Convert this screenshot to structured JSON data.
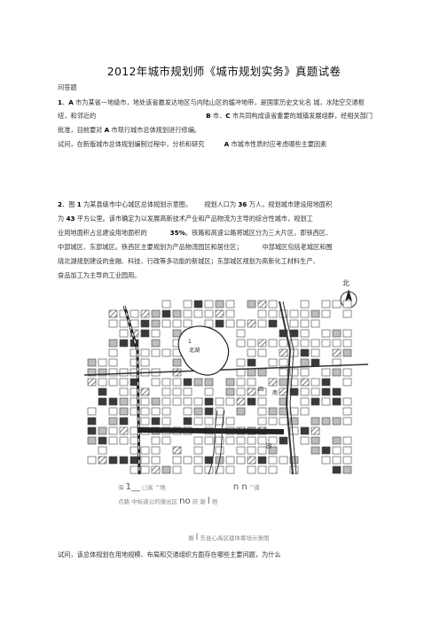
{
  "title": "2012年城市规划师《城市规划实务》真题试卷",
  "section_label": "问答题",
  "q1": {
    "lines": [
      [
        "1",
        "、",
        "A",
        " 市为某省一地级市，地处该省最发达地区与内陆山区的缓冲地带，是国家历史文化名 城，水陆空交通枢"
      ],
      [
        "纽，和邻近的",
        "B",
        " 市、",
        "C",
        " 市共同构成该省重要的城镇发展组群，经相关部门"
      ],
      [
        "批准，目前要对 ",
        "A",
        " 市现行城市总体规划进行修编。"
      ],
      [
        "试问，在新版城市总体规划编制过程中，分析和研究 ",
        "A",
        " 市城市性质时应考虑哪些主要因素"
      ]
    ]
  },
  "q2": {
    "lines": [
      [
        "2",
        "、图 ",
        "1",
        " 为某县级市中心城区总体规划示意图，",
        "规划人口为 ",
        "36",
        " 万人，规划城市建设用地面积"
      ],
      [
        "为 ",
        "43",
        " 平方公里。该市确定为以发展高新技术产业和产品物流为主导的综合性城市，规划工"
      ],
      [
        "业用地面积占总建设用地面积的",
        "35%",
        "。铁路和高速公路将城区分为三大片区，即铁西区、"
      ],
      [
        "中部城区、东部城区。铁西区主要规划为产品物流园区和居住区；",
        "中部城区包括老城区和围"
      ],
      [
        "绕北湖规划建设的金融、科技、行政等多功能的新城区；东部城区规划为高新化工材料生产、"
      ],
      [
        "食品加工为主导的工业园用。"
      ]
    ]
  },
  "map": {
    "north_label": "北",
    "lake_label": "北湖",
    "lake_number": "1",
    "center_labels": [
      "四",
      "南",
      "园"
    ]
  },
  "legend": {
    "row1": [
      "海",
      "1",
      "__",
      "□高",
      "^地",
      "n n",
      "^道"
    ],
    "row2": [
      "点路",
      "中标道公的撞出区",
      "no",
      "府 谢",
      "l",
      "地"
    ]
  },
  "caption": {
    "prefix": "撅",
    "mark": "l",
    "text": "东县心禹区建体筹培示意图"
  },
  "q2_question": "试问，该总体规划在用地规模、布局和交通组织方面存在哪些主要问题，为什么"
}
